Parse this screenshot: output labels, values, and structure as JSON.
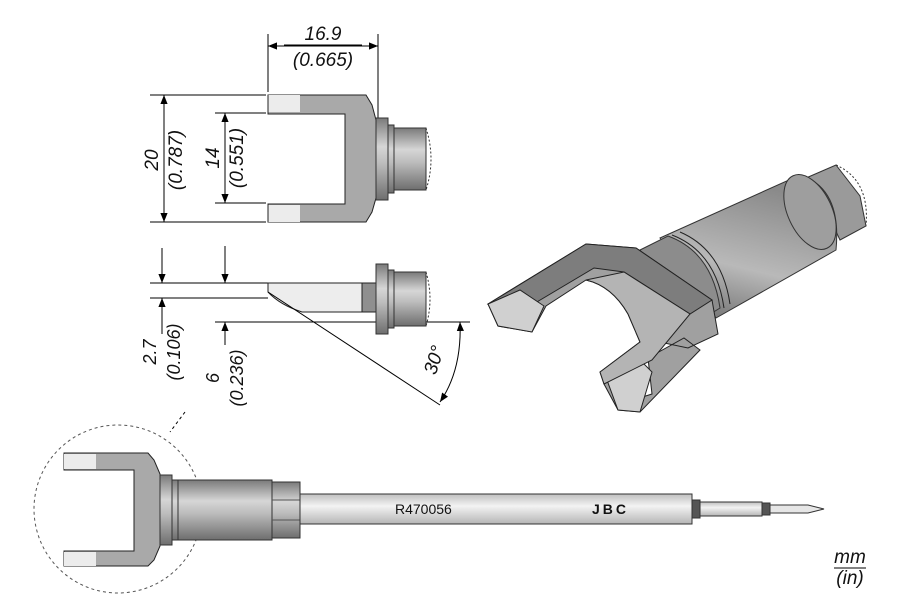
{
  "dimensions": {
    "width_mm": "16.9",
    "width_in": "(0.665)",
    "height_mm": "20",
    "height_in": "(0.787)",
    "inner_mm": "14",
    "inner_in": "(0.551)",
    "thickness_mm": "2.7",
    "thickness_in": "(0.106)",
    "length_mm": "6",
    "length_in": "(0.236)",
    "angle": "30°"
  },
  "tip": {
    "part_number": "R470056",
    "brand": "JBC"
  },
  "units": {
    "primary": "mm",
    "secondary": "(in)"
  },
  "colors": {
    "body": "#a6a6a6",
    "shaft": "#e6e6e6",
    "dark": "#555555"
  }
}
